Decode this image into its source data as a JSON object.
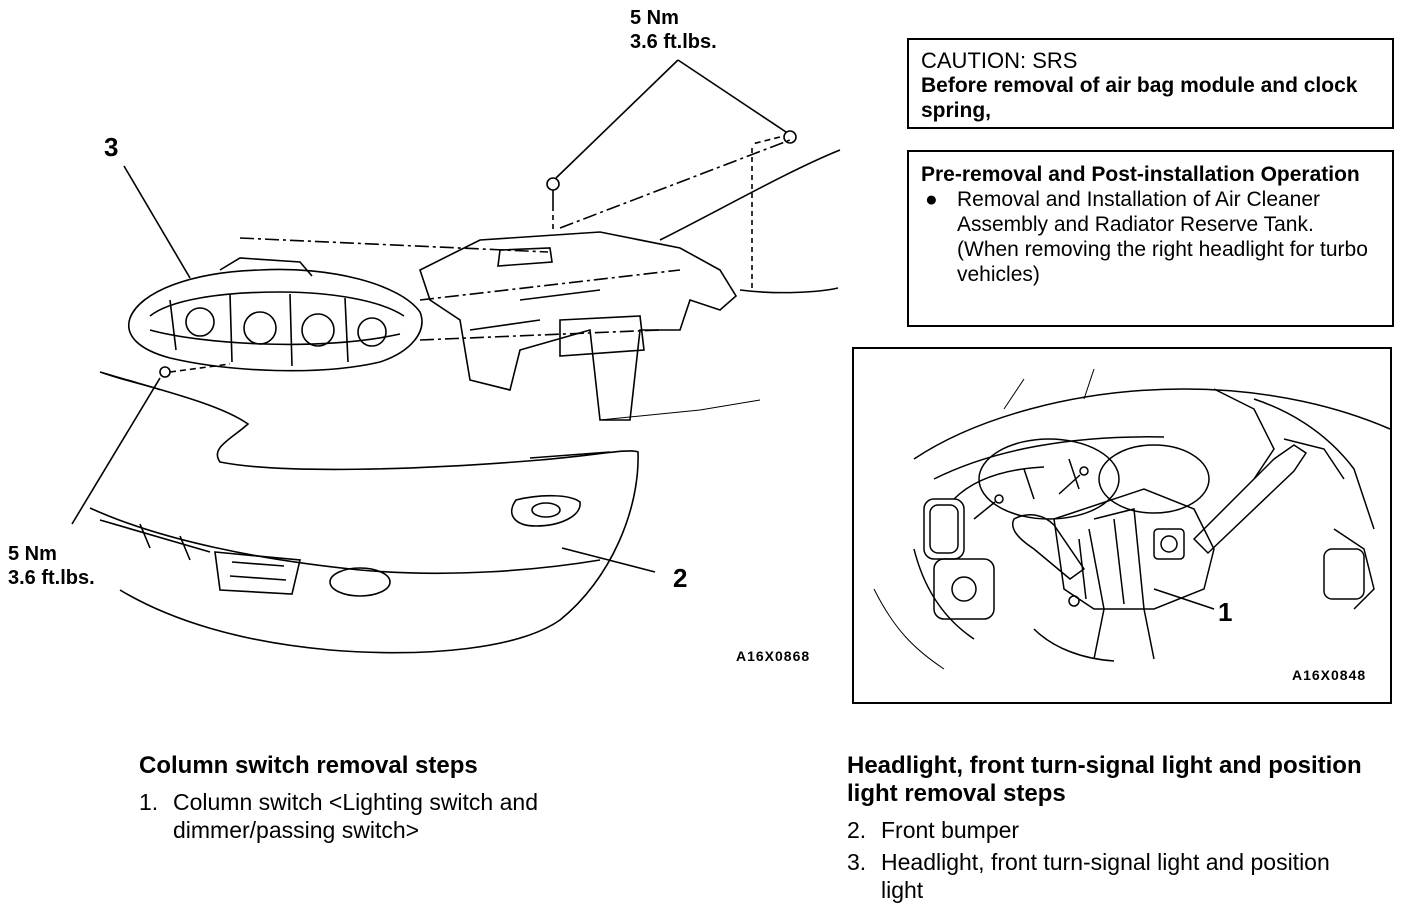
{
  "left_figure": {
    "torque_top": {
      "nm": "5 Nm",
      "ftlbs": "3.6 ft.lbs."
    },
    "torque_left": {
      "nm": "5 Nm",
      "ftlbs": "3.6 ft.lbs."
    },
    "callout_3": "3",
    "callout_2": "2",
    "figure_id": "A16X0868"
  },
  "caution_box": {
    "title": "CAUTION: SRS",
    "text": "Before removal of air bag module and clock spring,"
  },
  "operation_box": {
    "title": "Pre-removal and Post-installation Operation",
    "items": [
      "Removal and Installation of Air Cleaner Assembly and Radiator Reserve Tank. (When removing the right headlight for turbo vehicles)"
    ]
  },
  "right_figure": {
    "callout_1": "1",
    "figure_id": "A16X0848"
  },
  "column_switch": {
    "heading": "Column switch removal steps",
    "steps": [
      {
        "num": "1.",
        "text": "Column switch <Lighting switch and dimmer/passing switch>"
      }
    ]
  },
  "headlight": {
    "heading": "Headlight, front turn-signal light and position light removal steps",
    "steps": [
      {
        "num": "2.",
        "text": "Front bumper"
      },
      {
        "num": "3.",
        "text": "Headlight, front turn-signal light and position light"
      }
    ]
  }
}
